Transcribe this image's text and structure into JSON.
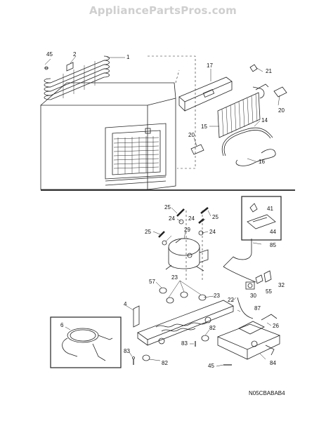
{
  "watermark": "AppliancePartsPros.com",
  "diagram_code": "N05CBABAB4",
  "part_labels": [
    "45",
    "2",
    "1",
    "17",
    "21",
    "20",
    "15",
    "14",
    "20",
    "16",
    "25",
    "25",
    "24",
    "24",
    "41",
    "25",
    "29",
    "24",
    "44",
    "85",
    "23",
    "57",
    "30",
    "55",
    "32",
    "4",
    "23",
    "22",
    "87",
    "6",
    "26",
    "82",
    "83",
    "83",
    "82",
    "45",
    "84"
  ]
}
